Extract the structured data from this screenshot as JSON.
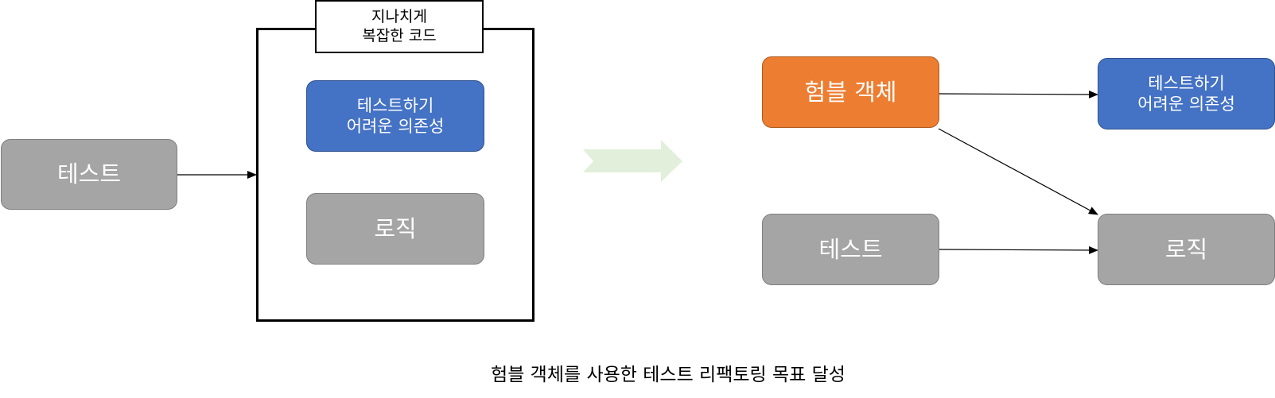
{
  "before": {
    "test": "테스트",
    "code_label_line1": "지나치게",
    "code_label_line2": "복잡한 코드",
    "dependency_line1": "테스트하기",
    "dependency_line2": "어려운 의존성",
    "logic": "로직"
  },
  "after": {
    "humble_object": "험블 객체",
    "dependency_line1": "테스트하기",
    "dependency_line2": "어려운 의존성",
    "test": "테스트",
    "logic": "로직"
  },
  "caption": "험블 객체를 사용한 테스트 리팩토링 목표 달성",
  "colors": {
    "gray": "#a5a5a5",
    "blue": "#4472c4",
    "orange": "#ed7d31",
    "transform_arrow": "#e2efda"
  }
}
